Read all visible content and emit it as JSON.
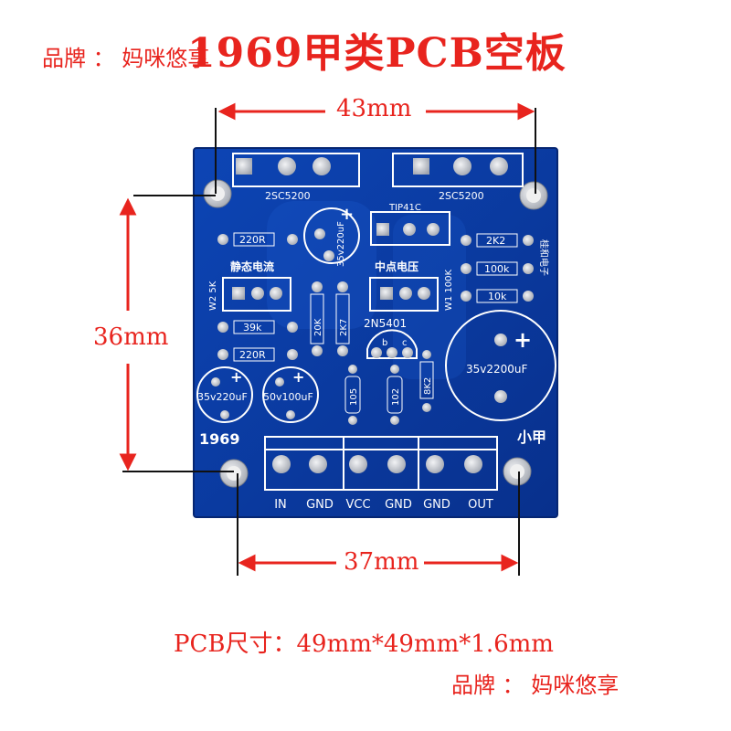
{
  "title": "1969甲类PCB空板",
  "brand_top": "品牌 ：  妈咪悠享",
  "brand_bottom": "品牌 ：  妈咪悠享",
  "dimensions": {
    "width_top": "43mm",
    "height_left": "36mm",
    "width_bottom": "37mm"
  },
  "pcb_size": "PCB尺寸：49mm*49mm*1.6mm",
  "board": {
    "transistor_left": "2SC5200",
    "transistor_right": "2SC5200",
    "tip": "TIP41C",
    "cap_top": "35v220uF",
    "r_220_top": "220R",
    "r_2k2": "2K2",
    "r_100k": "100k",
    "r_10k": "10k",
    "static_current": "静态电流",
    "midpoint_voltage": "中点电压",
    "w2": "W2  5K",
    "w1": "W1  100K",
    "r_39k": "39k",
    "r_220_bottom": "220R",
    "r_20k": "20K",
    "r_2k7": "2K7",
    "pnp": "2N5401",
    "cap_big": "35v2200uF",
    "cap_left": "35v220uF",
    "cap_mid": "50v100uF",
    "c105": "105",
    "c102": "102",
    "r_8k2": "8K2",
    "label_1969": "1969",
    "label_xiaojia": "小甲",
    "side_text": "桂和电子",
    "pins": [
      "IN",
      "GND",
      "VCC",
      "GND",
      "GND",
      "OUT"
    ]
  },
  "colors": {
    "accent": "#e8241e",
    "pcb_blue": "#0b3a9e",
    "silkscreen": "#ffffff",
    "pad": "#c9ccd2"
  }
}
